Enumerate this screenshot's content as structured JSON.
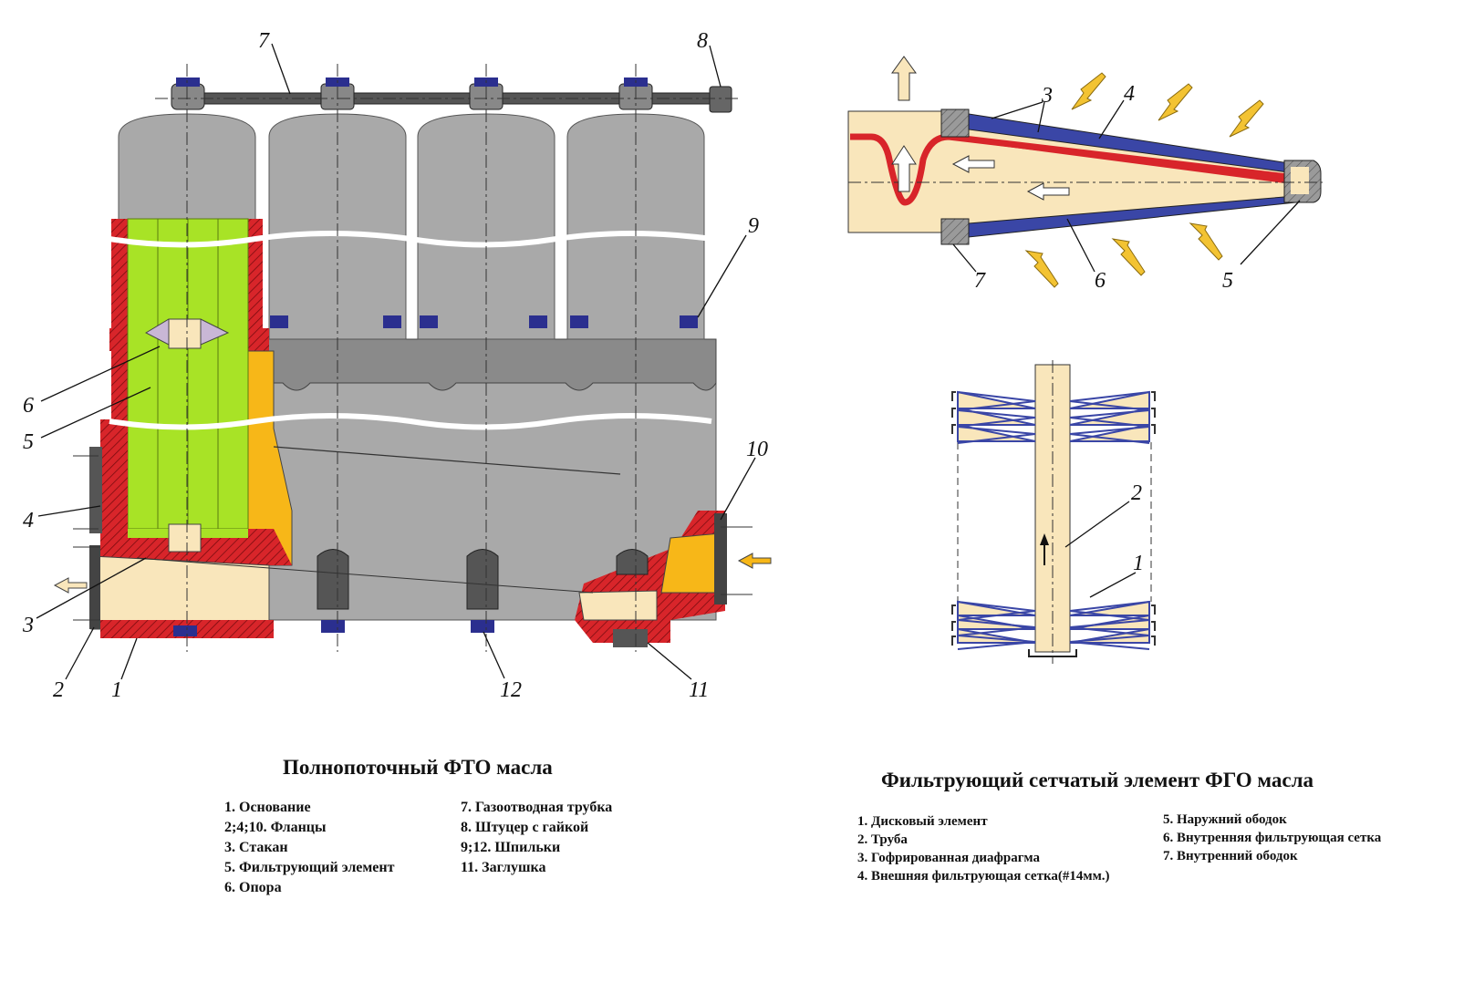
{
  "left_diagram": {
    "title": "Полнопоточный ФТО масла",
    "callouts": [
      "1",
      "2",
      "3",
      "4",
      "5",
      "6",
      "7",
      "8",
      "9",
      "10",
      "11",
      "12"
    ],
    "legend_col1": [
      "1. Основание",
      "2;4;10. Фланцы",
      "3. Стакан",
      "5. Фильтрующий элемент",
      "6. Опора"
    ],
    "legend_col2": [
      "7. Газоотводная трубка",
      "8. Штуцер с гайкой",
      "9;12. Шпильки",
      "11. Заглушка"
    ]
  },
  "right_diagram": {
    "title": "Фильтрующий сетчатый элемент ФГО масла",
    "callouts_top": [
      "3",
      "4",
      "5",
      "6",
      "7"
    ],
    "callouts_bottom": [
      "1",
      "2"
    ],
    "legend_col1": [
      "1. Дисковый элемент",
      "2. Труба",
      "3. Гофрированная диафрагма",
      "4. Внешняя фильтрующая сетка(#14мм.)"
    ],
    "legend_col2": [
      "5. Наружний ободок",
      "6. Внутренняя фильтрующая сетка",
      "7. Внутренний ободок"
    ]
  },
  "colors": {
    "cup_gray": "#a9a9a9",
    "body_red": "#d8252a",
    "oil_orange": "#f7b718",
    "cream": "#f9e6bb",
    "filter_green": "#a8e326",
    "bolt_blue": "#2b2f8f",
    "mesh_blue": "#3a46a6",
    "arrow_yellow": "#f3c332"
  }
}
